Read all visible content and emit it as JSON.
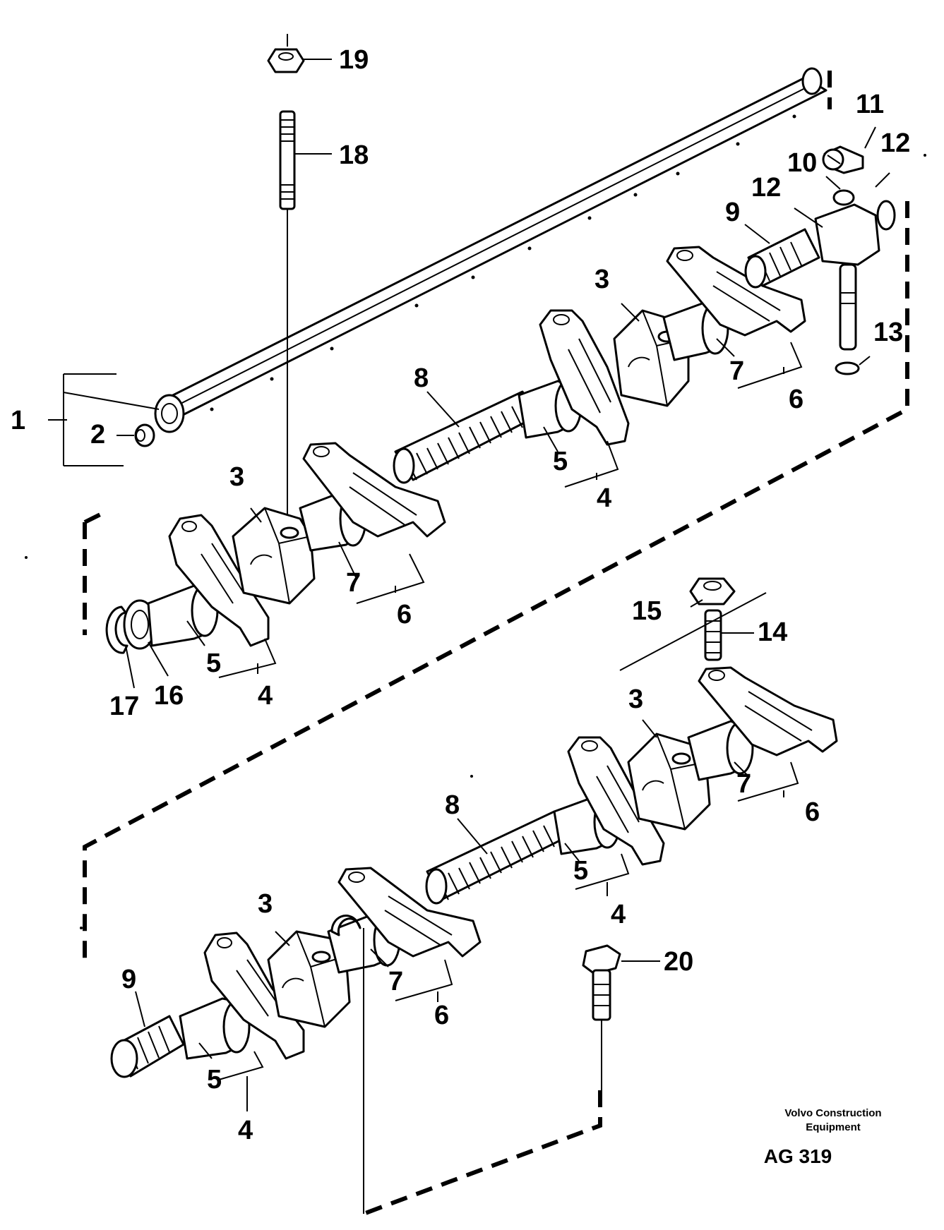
{
  "callouts": [
    "1",
    "2",
    "3",
    "3",
    "3",
    "3",
    "4",
    "4",
    "4",
    "4",
    "5",
    "5",
    "5",
    "5",
    "6",
    "6",
    "6",
    "6",
    "7",
    "7",
    "7",
    "7",
    "8",
    "8",
    "9",
    "9",
    "10",
    "11",
    "12",
    "12",
    "13",
    "14",
    "15",
    "16",
    "17",
    "18",
    "19",
    "20"
  ],
  "credit": {
    "line1": "Volvo Construction",
    "line2": "Equipment",
    "code": "AG 319"
  },
  "icons": [
    "rocker-shaft",
    "plug",
    "bracket",
    "rocker-arm",
    "bushing",
    "spring",
    "washer",
    "circlip",
    "stud",
    "nut",
    "screw",
    "union",
    "pipe",
    "seal-ring",
    "bolt"
  ]
}
